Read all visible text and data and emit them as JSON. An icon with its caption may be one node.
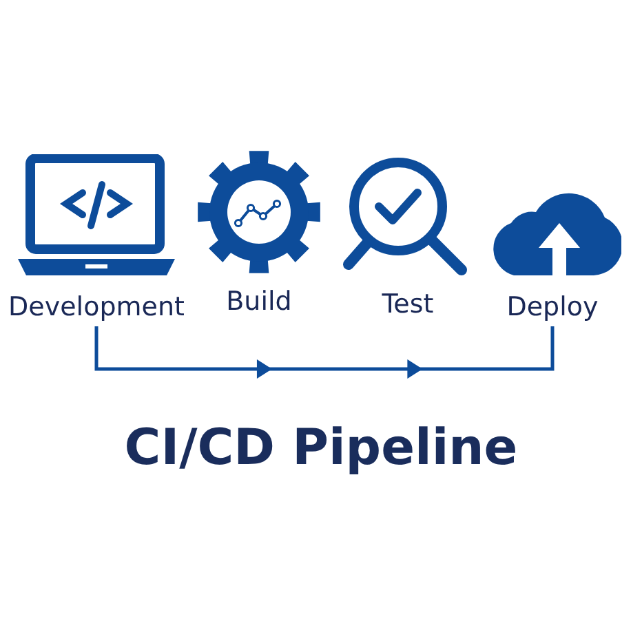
{
  "diagram": {
    "title": "CI/CD Pipeline",
    "nodes": [
      {
        "text": [
          "Development"
        ]
      },
      {
        "text": [
          "Build"
        ]
      },
      {
        "text": [
          "Test"
        ]
      },
      {
        "text": [
          "Deploy"
        ]
      }
    ],
    "edges": [
      {
        "from": 0,
        "to": 3,
        "arrow": "to"
      }
    ]
  }
}
